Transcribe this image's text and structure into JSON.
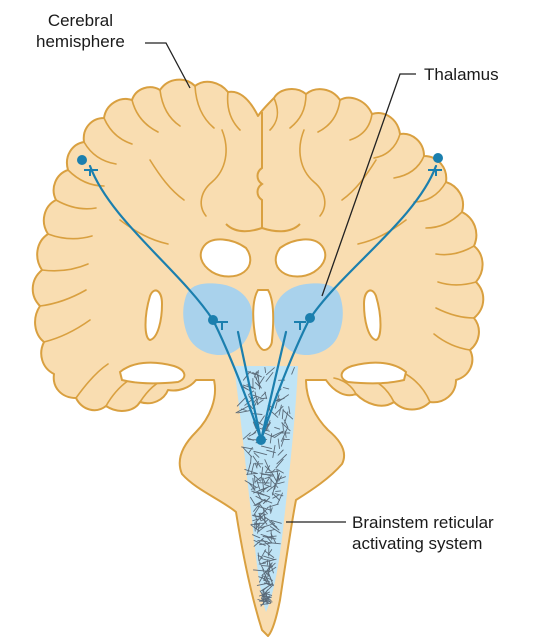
{
  "labels": {
    "cerebral_hemisphere": [
      "Cerebral",
      "hemisphere"
    ],
    "thalamus": "Thalamus",
    "brainstem": [
      "Brainstem reticular",
      "activating system"
    ]
  },
  "colors": {
    "brain_fill": "#f9ddb1",
    "brain_outline": "#d9a040",
    "thalamus_fill": "#a9d2ec",
    "reticular_fill": "#bfe4f6",
    "reticular_fibers": "#5a6a78",
    "neuron_pathway": "#1b7fae",
    "leader_line": "#222222"
  }
}
